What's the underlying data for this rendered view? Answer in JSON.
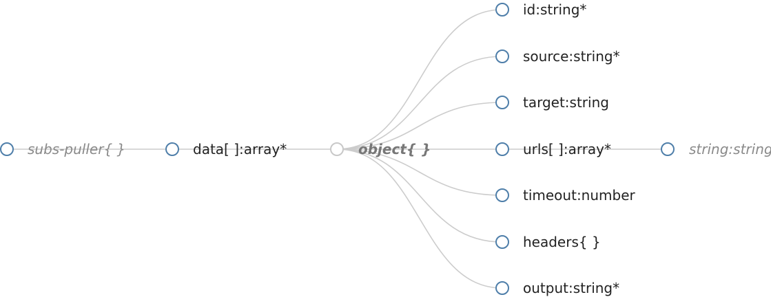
{
  "tree": {
    "root": {
      "label": "subs-puller{ }",
      "child": {
        "label": "data[ ]:array*",
        "child": {
          "label": "object{ }",
          "properties": [
            {
              "label": "id:string*"
            },
            {
              "label": "source:string*"
            },
            {
              "label": "target:string"
            },
            {
              "label": "urls[ ]:array*",
              "child": {
                "label": "string:string"
              }
            },
            {
              "label": "timeout:number"
            },
            {
              "label": "headers{ }"
            },
            {
              "label": "output:string*"
            }
          ]
        }
      }
    }
  },
  "colors": {
    "link": "#cccccc",
    "node_stroke": "#4e7ea9",
    "node_stroke_muted": "#c8c8c8",
    "label": "#222222",
    "label_muted": "#8a8a8a"
  }
}
